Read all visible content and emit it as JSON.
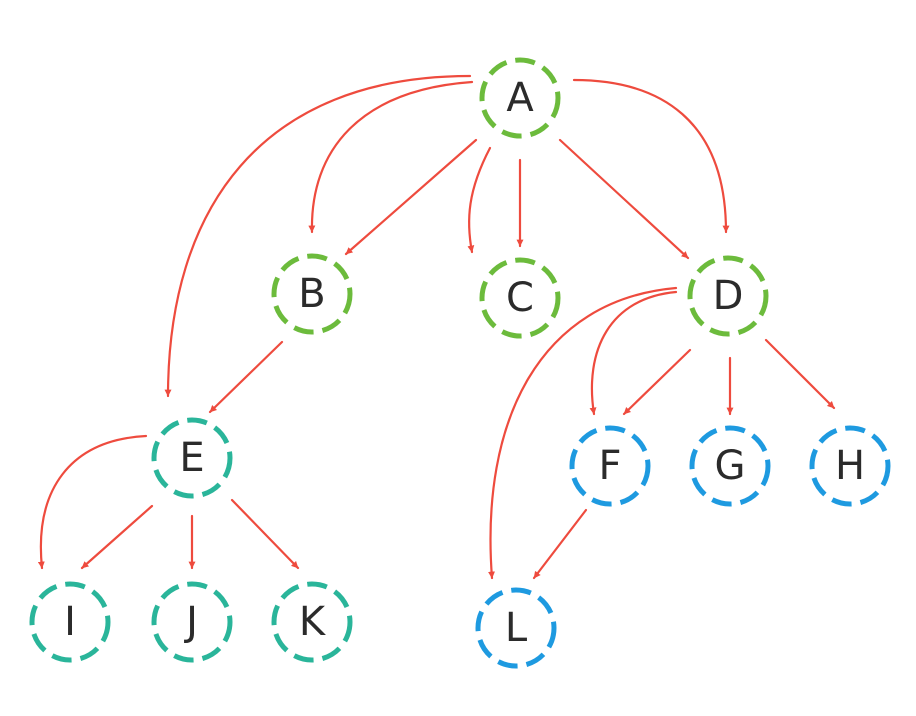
{
  "colors": {
    "edge": "#ee4b3e",
    "green": "#6cbb3c",
    "teal": "#2ab59a",
    "blue": "#1e9ae0"
  },
  "nodes": [
    {
      "id": "A",
      "label": "A",
      "color": "green"
    },
    {
      "id": "B",
      "label": "B",
      "color": "green"
    },
    {
      "id": "C",
      "label": "C",
      "color": "green"
    },
    {
      "id": "D",
      "label": "D",
      "color": "green"
    },
    {
      "id": "E",
      "label": "E",
      "color": "teal"
    },
    {
      "id": "F",
      "label": "F",
      "color": "blue"
    },
    {
      "id": "G",
      "label": "G",
      "color": "blue"
    },
    {
      "id": "H",
      "label": "H",
      "color": "blue"
    },
    {
      "id": "I",
      "label": "I",
      "color": "teal"
    },
    {
      "id": "J",
      "label": "J",
      "color": "teal"
    },
    {
      "id": "K",
      "label": "K",
      "color": "teal"
    },
    {
      "id": "L",
      "label": "L",
      "color": "blue"
    }
  ],
  "edges": [
    {
      "from": "A",
      "to": "E"
    },
    {
      "from": "A",
      "to": "B"
    },
    {
      "from": "A",
      "to": "B"
    },
    {
      "from": "A",
      "to": "C"
    },
    {
      "from": "A",
      "to": "C"
    },
    {
      "from": "A",
      "to": "D"
    },
    {
      "from": "A",
      "to": "D"
    },
    {
      "from": "B",
      "to": "E"
    },
    {
      "from": "D",
      "to": "L"
    },
    {
      "from": "D",
      "to": "F"
    },
    {
      "from": "D",
      "to": "F"
    },
    {
      "from": "D",
      "to": "G"
    },
    {
      "from": "D",
      "to": "H"
    },
    {
      "from": "E",
      "to": "I"
    },
    {
      "from": "E",
      "to": "I"
    },
    {
      "from": "E",
      "to": "J"
    },
    {
      "from": "E",
      "to": "K"
    },
    {
      "from": "F",
      "to": "L"
    }
  ]
}
